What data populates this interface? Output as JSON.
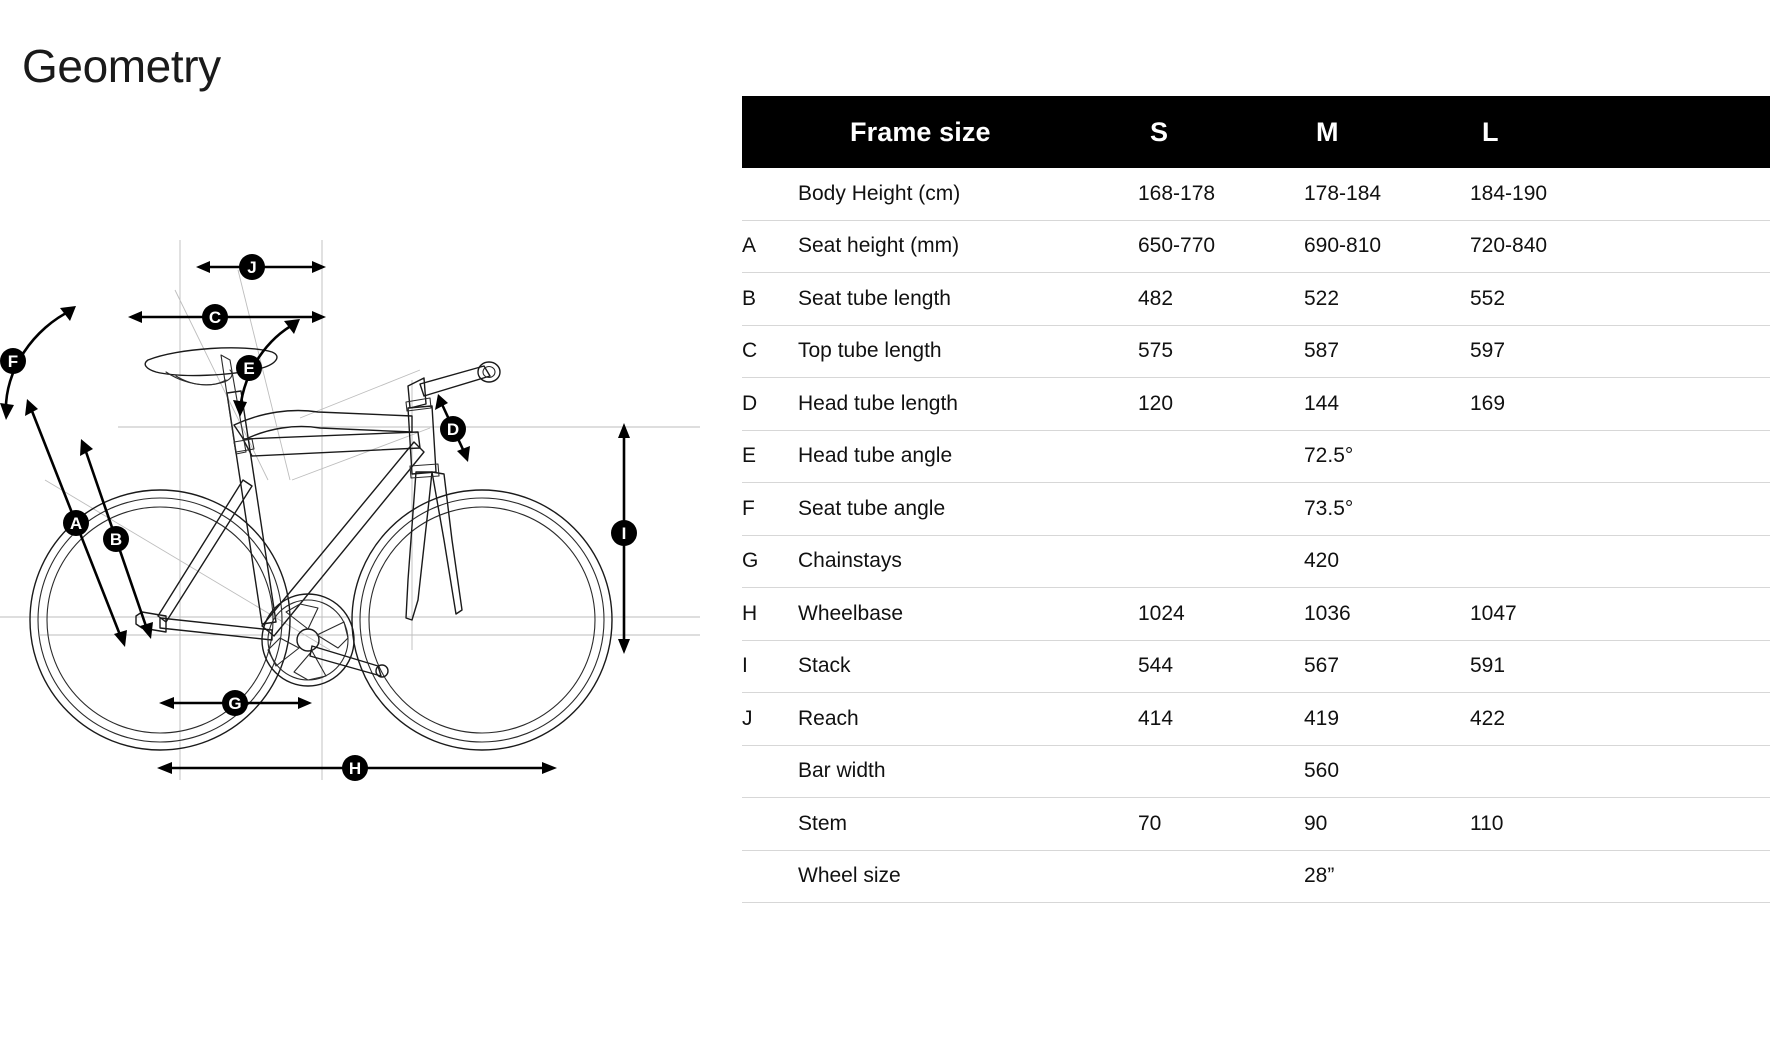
{
  "page": {
    "title": "Geometry"
  },
  "table": {
    "header": {
      "letter": "",
      "label": "Frame size",
      "s": "S",
      "m": "M",
      "l": "L"
    },
    "rows": [
      {
        "letter": "",
        "label": "Body Height (cm)",
        "s": "168-178",
        "m": "178-184",
        "l": "184-190"
      },
      {
        "letter": "A",
        "label": "Seat height (mm)",
        "s": "650-770",
        "m": "690-810",
        "l": "720-840"
      },
      {
        "letter": "B",
        "label": "Seat tube length",
        "s": "482",
        "m": "522",
        "l": "552"
      },
      {
        "letter": "C",
        "label": "Top tube length",
        "s": "575",
        "m": "587",
        "l": "597"
      },
      {
        "letter": "D",
        "label": "Head tube length",
        "s": "120",
        "m": "144",
        "l": "169"
      },
      {
        "letter": "E",
        "label": "Head tube angle",
        "s": "",
        "m": "72.5°",
        "l": ""
      },
      {
        "letter": "F",
        "label": "Seat tube angle",
        "s": "",
        "m": "73.5°",
        "l": ""
      },
      {
        "letter": "G",
        "label": "Chainstays",
        "s": "",
        "m": "420",
        "l": ""
      },
      {
        "letter": "H",
        "label": "Wheelbase",
        "s": "1024",
        "m": "1036",
        "l": "1047"
      },
      {
        "letter": "I",
        "label": "Stack",
        "s": "544",
        "m": "567",
        "l": "591"
      },
      {
        "letter": "J",
        "label": "Reach",
        "s": "414",
        "m": "419",
        "l": "422"
      },
      {
        "letter": "",
        "label": "Bar width",
        "s": "",
        "m": "560",
        "l": ""
      },
      {
        "letter": "",
        "label": "Stem",
        "s": "70",
        "m": "90",
        "l": "110"
      },
      {
        "letter": "",
        "label": "Wheel size",
        "s": "",
        "m": "28”",
        "l": ""
      }
    ]
  },
  "diagram": {
    "title": "bicycle-geometry-drawing",
    "callouts": [
      {
        "id": "A",
        "label": "A",
        "meaning": "seat-height"
      },
      {
        "id": "B",
        "label": "B",
        "meaning": "seat-tube-length"
      },
      {
        "id": "C",
        "label": "C",
        "meaning": "top-tube-length"
      },
      {
        "id": "D",
        "label": "D",
        "meaning": "head-tube-length"
      },
      {
        "id": "E",
        "label": "E",
        "meaning": "head-tube-angle"
      },
      {
        "id": "F",
        "label": "F",
        "meaning": "seat-tube-angle"
      },
      {
        "id": "G",
        "label": "G",
        "meaning": "chainstays"
      },
      {
        "id": "H",
        "label": "H",
        "meaning": "wheelbase"
      },
      {
        "id": "I",
        "label": "I",
        "meaning": "stack"
      },
      {
        "id": "J",
        "label": "J",
        "meaning": "reach"
      }
    ]
  },
  "colors": {
    "header_background": "#000000",
    "header_text": "#ffffff",
    "body_text": "#111111",
    "row_divider": "#d7d7d7",
    "page_background": "#ffffff",
    "diagram_ink": "#1a1a1a",
    "diagram_guide": "#bdbdbd"
  }
}
